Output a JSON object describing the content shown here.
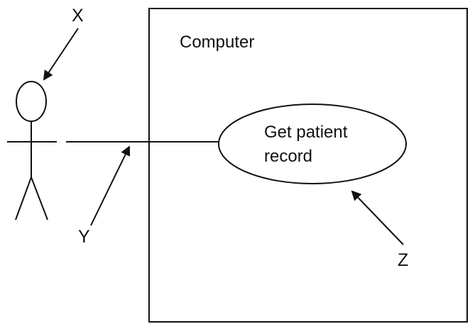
{
  "labels": {
    "x": "X",
    "y": "Y",
    "z": "Z"
  },
  "system": {
    "title": "Computer"
  },
  "use_case": {
    "line1": "Get patient",
    "line2": "record"
  },
  "colors": {
    "stroke": "#111111",
    "background": "#ffffff"
  }
}
